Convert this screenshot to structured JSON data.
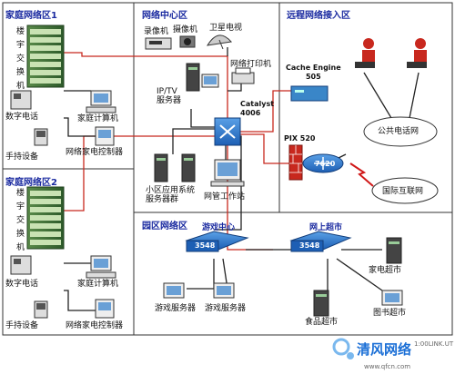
{
  "zones": {
    "home_network_1": "家庭网络区1",
    "network_center": "网络中心区",
    "remote_access": "远程网络接入区",
    "home_network_2": "家庭网络区2",
    "campus_network": "园区网络区"
  },
  "home1": {
    "switch_vertical": [
      "楼",
      "宇",
      "交",
      "换",
      "机"
    ],
    "digital_phone": "数字电话",
    "home_computer": "家庭计算机",
    "home_controller": "网络家电控制器",
    "handheld": "手持设备"
  },
  "home2": {
    "switch_vertical": [
      "楼",
      "宇",
      "交",
      "换",
      "机"
    ],
    "digital_phone": "数字电话",
    "home_computer": "家庭计算机",
    "home_controller": "网络家电控制器",
    "handheld": "手持设备"
  },
  "center": {
    "recorder": "录像机",
    "camera": "摄像机",
    "satellite_tv": "卫星电视",
    "iptv_server": "IP/TV\n服务器",
    "printer": "网络打印机",
    "catalyst": "Catalyst\n4006",
    "app_servers": "小区应用系统\n服务器群",
    "mgmt_station": "网管工作站"
  },
  "remote": {
    "cache_engine": "Cache Engine\n505",
    "pix": "PIX 520",
    "router": "7620",
    "public_phone": "公共电话网",
    "internet": "国际互联网"
  },
  "campus": {
    "entertainment_center": "游戏中心",
    "switch_a": "3548",
    "online_supermarket": "网上超市",
    "switch_b": "3548",
    "game_server_1": "游戏服务器",
    "game_server_2": "游戏服务器",
    "appliance_store": "家电超市",
    "food_store": "食品超市",
    "book_store": "图书超市"
  },
  "watermark": {
    "brand": "清风网络",
    "small": "1:00LINK.UT",
    "url": "www.qfcn.com"
  }
}
